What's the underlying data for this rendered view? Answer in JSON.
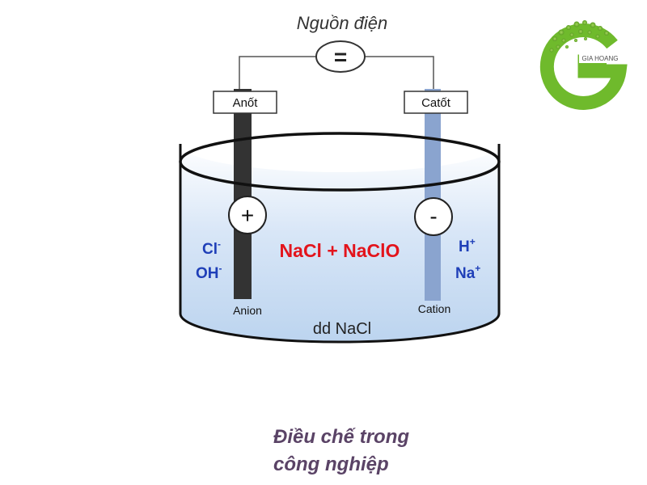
{
  "diagram": {
    "power_source_label": "Nguồn điện",
    "power_symbol": "=",
    "anode_label": "Anốt",
    "cathode_label": "Catốt",
    "anode_sign": "+",
    "cathode_sign": "-",
    "anion_ion_1": "Cl",
    "anion_ion_1_charge": "-",
    "anion_ion_2": "OH",
    "anion_ion_2_charge": "-",
    "cation_ion_1": "H",
    "cation_ion_1_charge": "+",
    "cation_ion_2": "Na",
    "cation_ion_2_charge": "+",
    "product_label": "NaCl + NaClO",
    "anion_label": "Anion",
    "cation_label": "Cation",
    "solution_label": "dd NaCl"
  },
  "logo": {
    "text": "GIA HOANG",
    "color": "#6fba2c"
  },
  "caption": {
    "line1": "Điều chế trong",
    "line2": "công nghiệp"
  },
  "colors": {
    "ion_blue": "#1f3fb8",
    "product_red": "#e3141c",
    "caption_purple": "#5a4366",
    "anode_electrode": "#333333",
    "cathode_electrode": "#8aa4cf"
  }
}
